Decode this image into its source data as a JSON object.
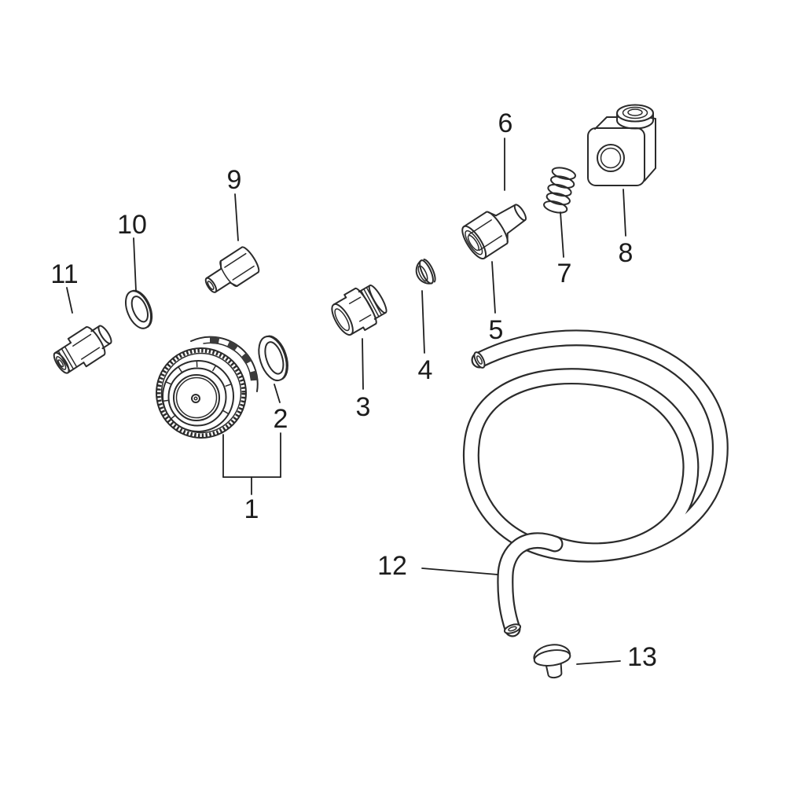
{
  "diagram": {
    "background_color": "#ffffff",
    "line_color": "#2b2b2b",
    "label_color": "#1c1c1c",
    "labels": [
      {
        "text": "1"
      },
      {
        "text": "2"
      },
      {
        "text": "3"
      },
      {
        "text": "4"
      },
      {
        "text": "5"
      },
      {
        "text": "6"
      },
      {
        "text": "7"
      },
      {
        "text": "8"
      },
      {
        "text": "9"
      },
      {
        "text": "10"
      },
      {
        "text": "11"
      },
      {
        "text": "12"
      },
      {
        "text": "13"
      }
    ]
  }
}
